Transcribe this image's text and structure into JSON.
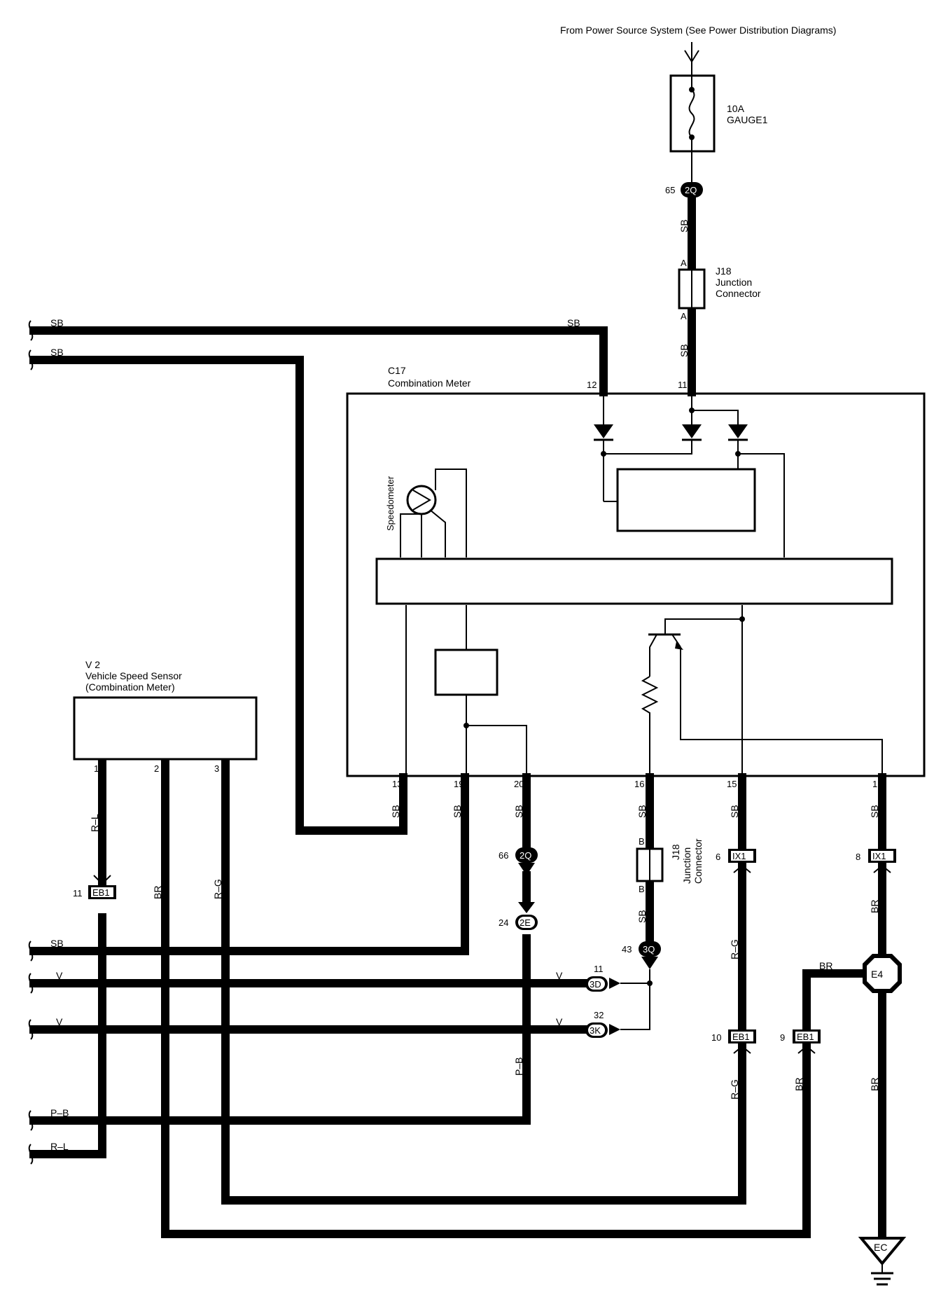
{
  "power_source": "From Power Source System (See Power Distribution Diagrams)",
  "fuse": {
    "rating": "10A",
    "name": "GAUGE1"
  },
  "junction_connectors": {
    "top": {
      "id": "J18",
      "line1": "Junction",
      "line2": "Connector",
      "pin_a1": "A",
      "pin_a2": "A"
    },
    "mid": {
      "id": "J18",
      "line1": "Junction",
      "line2": "Connector",
      "pin_b1": "B",
      "pin_b2": "B"
    }
  },
  "meter": {
    "id": "C17",
    "name": "Combination Meter",
    "speedometer": "Speedometer"
  },
  "sensor": {
    "id": "V 2",
    "name": "Vehicle Speed Sensor",
    "sub": "(Combination Meter)",
    "pins": [
      "1",
      "2",
      "3"
    ]
  },
  "meter_pins": {
    "p12": "12",
    "p11": "11",
    "p13": "13",
    "p19": "19",
    "p20": "20",
    "p16": "16",
    "p15": "15",
    "p1": "1"
  },
  "wire_colors": {
    "sb": "SB",
    "rl": "R–L",
    "br": "BR",
    "rg": "R–G",
    "v": "V",
    "pb": "P–B"
  },
  "connectors": {
    "c65_2Q": {
      "pin": "65",
      "code": "2Q"
    },
    "c66_2Q": {
      "pin": "66",
      "code": "2Q"
    },
    "c24_2E": {
      "pin": "24",
      "code": "2E"
    },
    "c43_3Q": {
      "pin": "43",
      "code": "3Q"
    },
    "c11_3D": {
      "pin": "11",
      "code": "3D"
    },
    "c32_3K": {
      "pin": "32",
      "code": "3K"
    },
    "c6_IX1": {
      "pin": "6",
      "code": "IX1"
    },
    "c8_IX1": {
      "pin": "8",
      "code": "IX1"
    },
    "c11_EB1": {
      "pin": "11",
      "code": "EB1"
    },
    "c10_EB1": {
      "pin": "10",
      "code": "EB1"
    },
    "c9_EB1": {
      "pin": "9",
      "code": "EB1"
    }
  },
  "splice": {
    "code": "E4"
  },
  "ground": {
    "code": "EC"
  }
}
